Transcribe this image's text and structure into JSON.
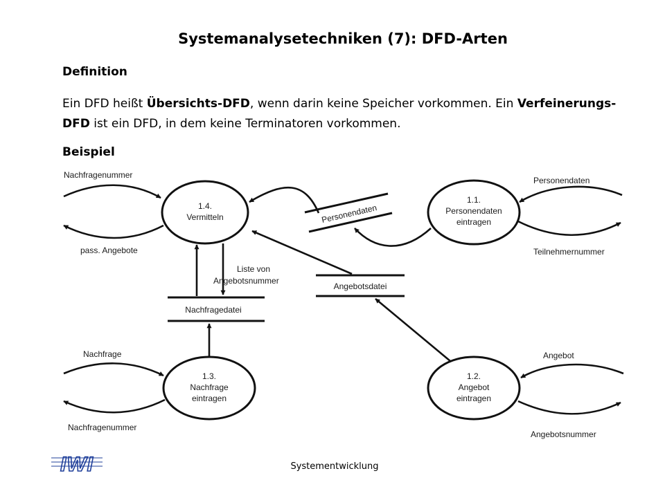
{
  "slide": {
    "title": "Systemanalysetechniken (7): DFD-Arten",
    "definition_heading": "Definition",
    "definition_text": {
      "p1": "Ein DFD heißt ",
      "b1": "Übersichts-DFD",
      "p2": ", wenn darin keine Speicher vorkommen. Ein ",
      "b2": "Verfeinerungs-DFD",
      "p3": " ist ein DFD, in dem keine Terminatoren vorkommen."
    },
    "example_heading": "Beispiel",
    "footer": "Systementwicklung",
    "logo_text": "IWI"
  },
  "diagram": {
    "processes": [
      {
        "number": "1.4.",
        "line1": "Vermitteln",
        "line2": ""
      },
      {
        "number": "1.1.",
        "line1": "Personendaten",
        "line2": "eintragen"
      },
      {
        "number": "1.3.",
        "line1": "Nachfrage",
        "line2": "eintragen"
      },
      {
        "number": "1.2.",
        "line1": "Angebot",
        "line2": "eintragen"
      }
    ],
    "stores": {
      "personendaten": "Personendaten",
      "angebotsdatei": "Angebotsdatei",
      "nachfragedatei": "Nachfragedatei"
    },
    "flows": {
      "nachfragenummer_in": "Nachfragenummer",
      "pass_angebote": "pass. Angebote",
      "personendaten_in": "Personendaten",
      "teilnehmernummer": "Teilnehmernummer",
      "liste_von_1": "Liste von",
      "liste_von_2": "Angebotsnummer",
      "nachfrage_in": "Nachfrage",
      "nachfragenummer_out": "Nachfragenummer",
      "angebot_in": "Angebot",
      "angebotsnummer_out": "Angebotsnummer"
    }
  }
}
